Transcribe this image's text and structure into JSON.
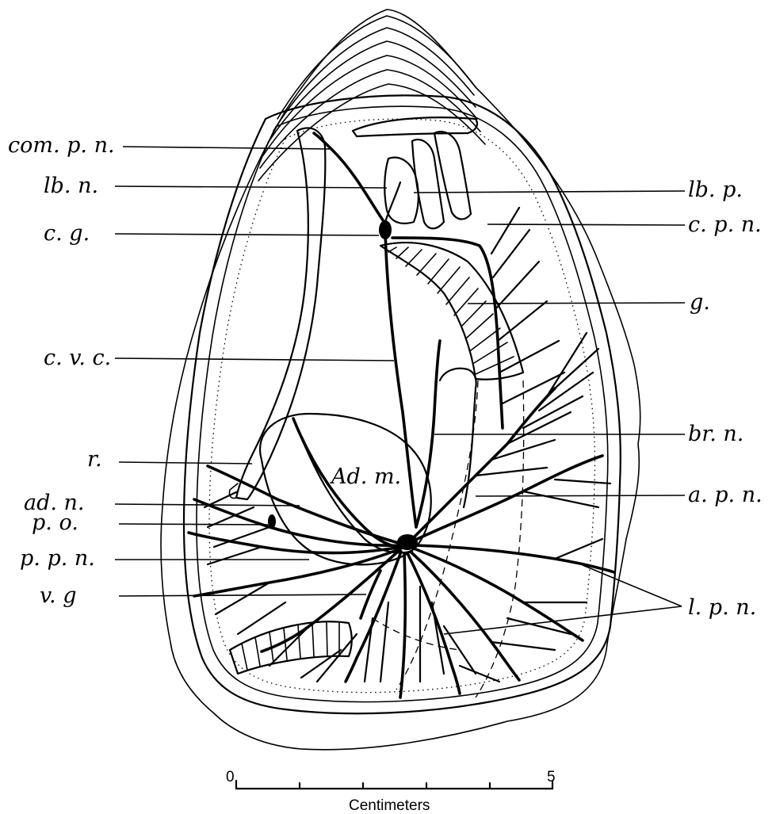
{
  "labels": {
    "com_p_n": "com. p. n.",
    "lb_n": "lb. n.",
    "c_g": "c. g.",
    "c_v_c": "c. v. c.",
    "r": "r.",
    "ad_n": "ad. n.",
    "p_o": "p. o.",
    "p_p_n": "p. p. n.",
    "v_g": "v. g",
    "lb_p": "lb. p.",
    "c_p_n": "c. p. n.",
    "g": "g.",
    "br_n": "br. n.",
    "a_p_n": "a. p. n.",
    "l_p_n": "l. p. n.",
    "ad_m": "Ad. m."
  },
  "scale_bar": {
    "start_label": "0",
    "end_label": "5",
    "unit_label": "Centimeters",
    "divisions": 5
  }
}
